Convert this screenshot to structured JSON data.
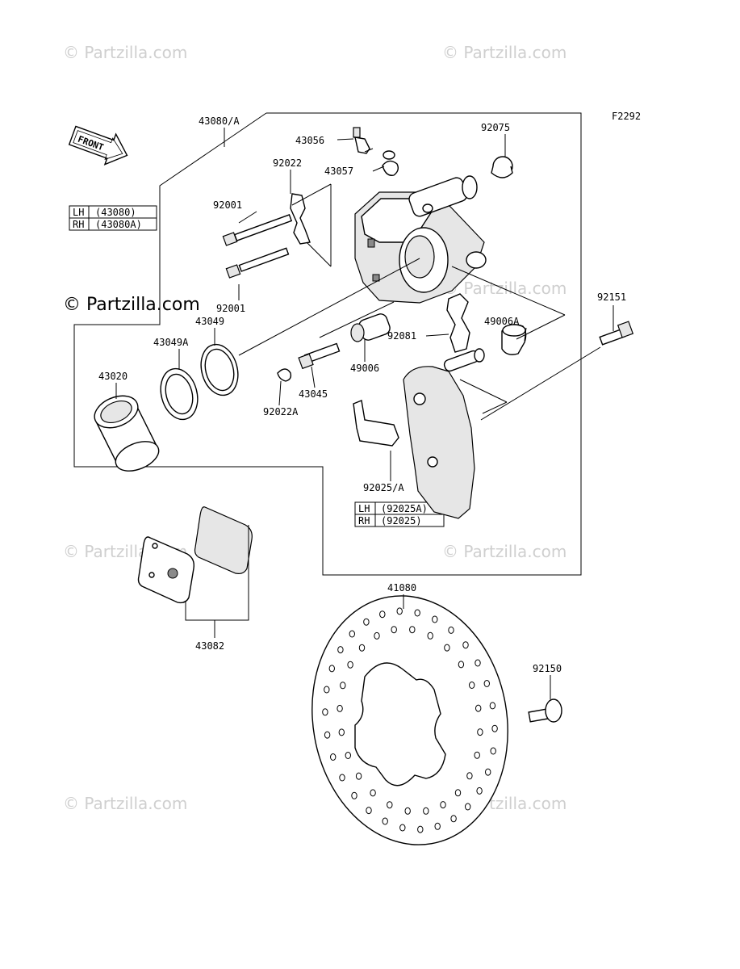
{
  "figure_code": "F2292",
  "front_label": "FRONT",
  "watermark": "© Partzilla.com",
  "part_numbers": {
    "caliper_assy": "43080/A",
    "bleed_valve": "43056",
    "cap": "43057",
    "boot_top": "92075",
    "pad_spring": "92022",
    "bolt_upper": "92001",
    "bolt_lower": "92001",
    "seal_outer": "43049",
    "seal_inner": "43049A",
    "piston": "43020",
    "clip": "92022A",
    "pin": "43045",
    "collar": "49006",
    "spring_plate": "92081",
    "boot_side": "49006A",
    "bolt_right": "92151",
    "bracket_plate": "92025/A",
    "brake_pads": "43082",
    "disc": "41080",
    "disc_bolt": "92150"
  },
  "caliper_table": {
    "rows": [
      {
        "side": "LH",
        "part": "(43080)"
      },
      {
        "side": "RH",
        "part": "(43080A)"
      }
    ]
  },
  "plate_table": {
    "rows": [
      {
        "side": "LH",
        "part": "(92025A)"
      },
      {
        "side": "RH",
        "part": "(92025)"
      }
    ]
  }
}
